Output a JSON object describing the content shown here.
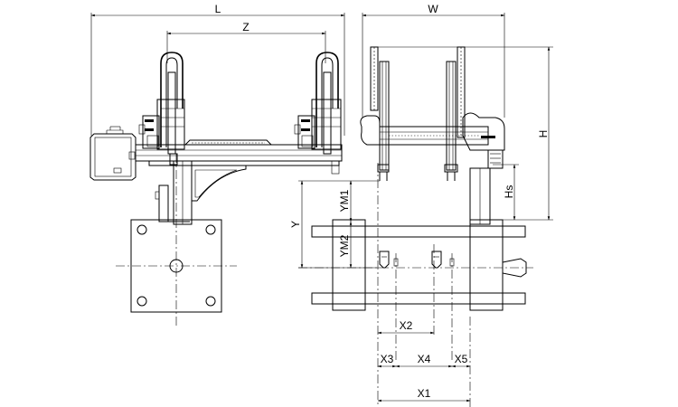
{
  "diagram": {
    "dimensions": {
      "L": "L",
      "Z": "Z",
      "W": "W",
      "H": "H",
      "Hs": "Hs",
      "Y": "Y",
      "YM1": "YM1",
      "YM2": "YM2",
      "X1": "X1",
      "X2": "X2",
      "X3": "X3",
      "X4": "X4",
      "X5": "X5"
    }
  },
  "colors": {
    "line": "#000000",
    "background": "#ffffff"
  },
  "icons": {
    "dimension_arrow": "arrowhead",
    "center_mark": "circle-cross"
  }
}
